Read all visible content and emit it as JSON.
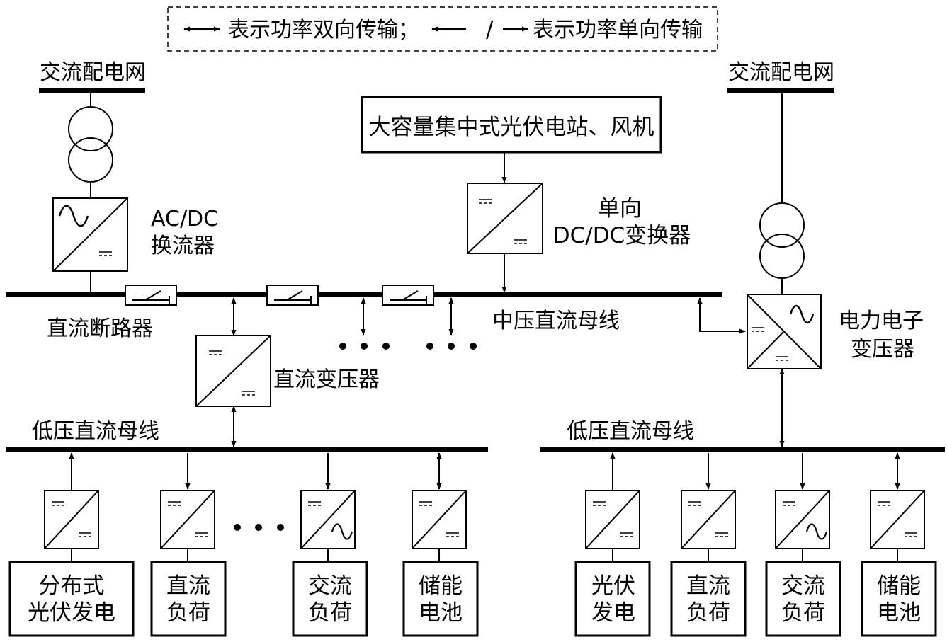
{
  "legend": {
    "bidirectional": "表示功率双向传输；",
    "separator": "/",
    "unidirectional": "表示功率单向传输"
  },
  "grid_left": "交流配电网",
  "grid_right": "交流配电网",
  "pv_station": "大容量集中式光伏电站、风机",
  "acdc": {
    "line1": "AC/DC",
    "line2": "换流器"
  },
  "dcdc_uni": {
    "line1": "单向",
    "line2": "DC/DC变换器"
  },
  "dc_breaker": "直流断路器",
  "mv_bus": "中压直流母线",
  "dc_transformer": "直流变压器",
  "pet": {
    "line1": "电力电子",
    "line2": "变压器"
  },
  "lv_bus_left": "低压直流母线",
  "lv_bus_right": "低压直流母线",
  "loads_left": [
    {
      "line1": "分布式",
      "line2": "光伏发电"
    },
    {
      "line1": "直流",
      "line2": "负荷"
    },
    {
      "line1": "交流",
      "line2": "负荷"
    },
    {
      "line1": "储能",
      "line2": "电池"
    }
  ],
  "loads_right": [
    {
      "line1": "光伏",
      "line2": "发电"
    },
    {
      "line1": "直流",
      "line2": "负荷"
    },
    {
      "line1": "交流",
      "line2": "负荷"
    },
    {
      "line1": "储能",
      "line2": "电池"
    }
  ]
}
